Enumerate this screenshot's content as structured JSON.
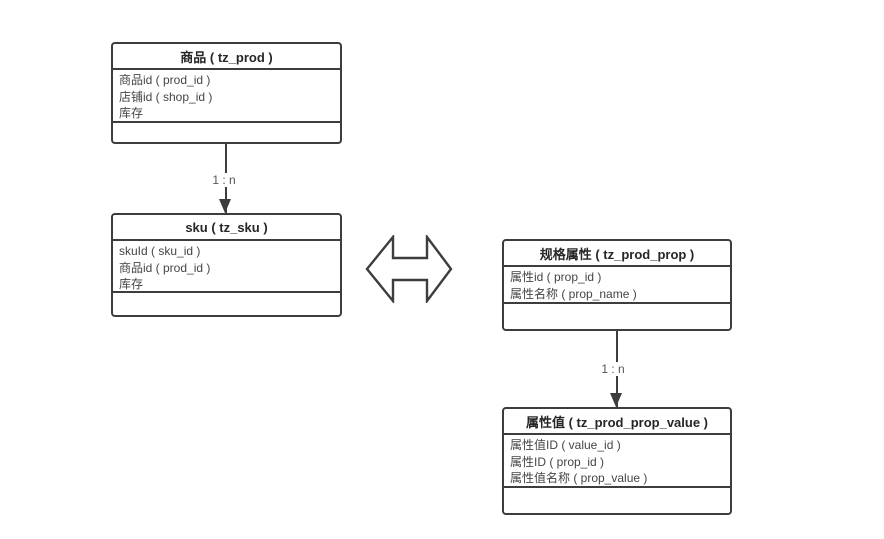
{
  "entities": [
    {
      "name": "商品",
      "table": "tz_prod",
      "title": "商品 ( tz_prod )",
      "fields": [
        "商品id ( prod_id )",
        "店铺id ( shop_id )",
        "库存"
      ]
    },
    {
      "name": "sku",
      "table": "tz_sku",
      "title": "sku ( tz_sku )",
      "fields": [
        "skuId ( sku_id )",
        "商品id ( prod_id )",
        "库存"
      ]
    },
    {
      "name": "规格属性",
      "table": "tz_prod_prop",
      "title": "规格属性 ( tz_prod_prop )",
      "fields": [
        "属性id ( prop_id )",
        "属性名称 ( prop_name )"
      ]
    },
    {
      "name": "属性值",
      "table": "tz_prod_prop_value",
      "title": "属性值 ( tz_prod_prop_value )",
      "fields": [
        "属性值ID ( value_id )",
        "属性ID ( prop_id )",
        "属性值名称 ( prop_value )"
      ]
    }
  ],
  "connectors": [
    {
      "from": "商品 (tz_prod)",
      "to": "sku (tz_sku)",
      "label": "1 : n"
    },
    {
      "from": "规格属性 (tz_prod_prop)",
      "to": "属性值 (tz_prod_prop_value)",
      "label": "1 : n"
    }
  ],
  "icons": {
    "bidirectional_arrow": "left-right-double-arrow-outline"
  },
  "colors": {
    "background": "#ffffff",
    "border": "#3d3d3d",
    "title_text": "#262626",
    "field_text": "#454545",
    "label_text": "#555555"
  }
}
